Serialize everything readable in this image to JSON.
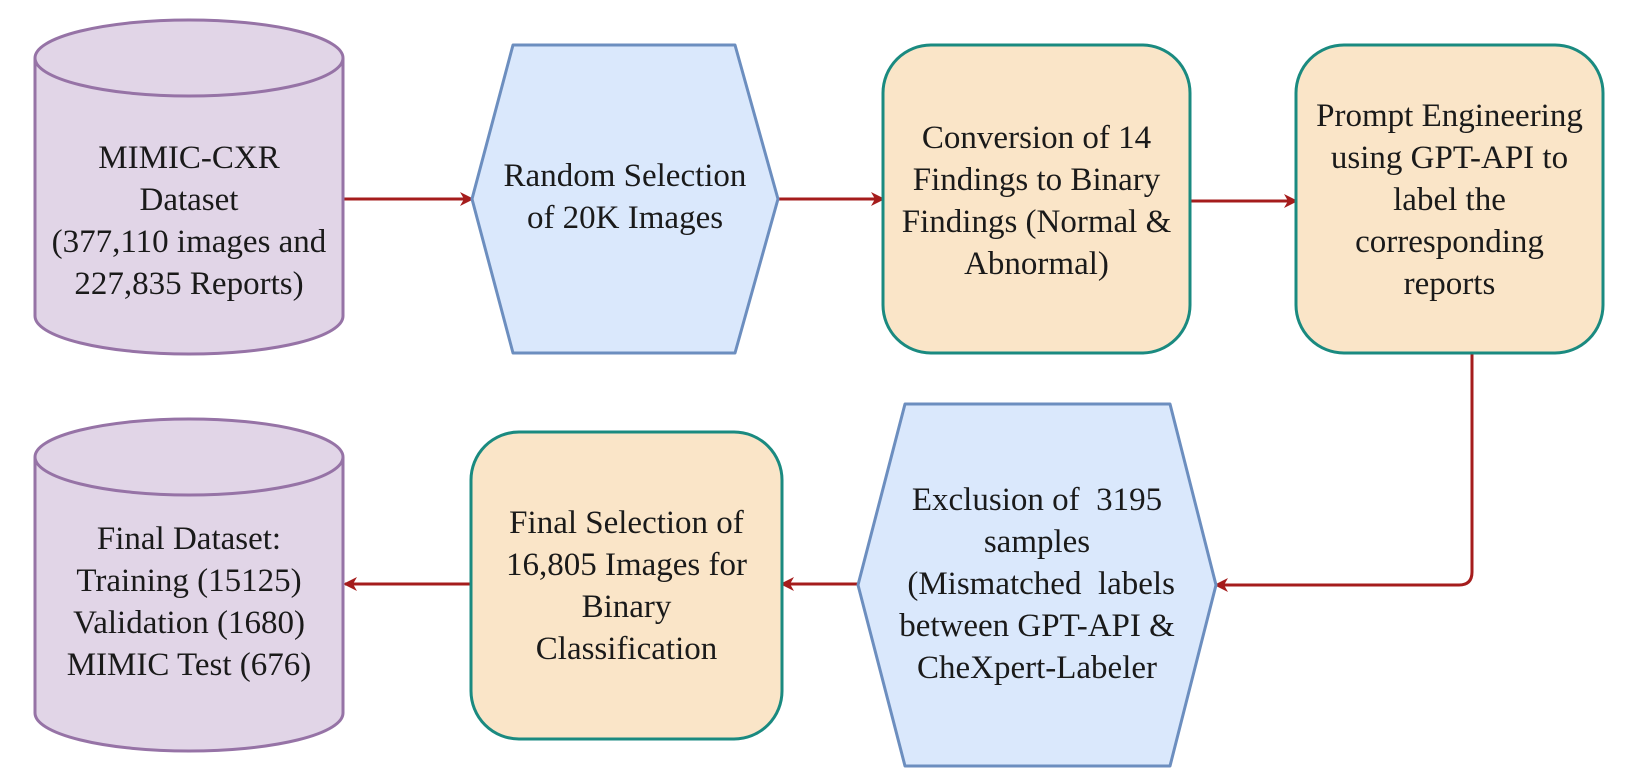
{
  "colors": {
    "cylinder_fill": "#e1d5e7",
    "cylinder_stroke": "#9673a6",
    "hexagon_fill": "#dae8fc",
    "hexagon_stroke": "#6c8ebf",
    "rounded_fill": "#fae5c8",
    "rounded_stroke": "#1a8a80",
    "arrow": "#a51c1c"
  },
  "nodes": {
    "mimic_dataset": {
      "lines": [
        "MIMIC-CXR",
        "Dataset",
        "(377,110 images and",
        "227,835 Reports)"
      ]
    },
    "random_selection": {
      "lines": [
        "Random Selection",
        "of 20K Images"
      ]
    },
    "conversion": {
      "lines": [
        "Conversion of 14",
        "Findings to Binary",
        "Findings (Normal &",
        "Abnormal)"
      ]
    },
    "prompt_engineering": {
      "lines": [
        "Prompt Engineering",
        "using GPT-API to",
        "label the",
        "corresponding",
        "reports"
      ]
    },
    "exclusion": {
      "lines": [
        "Exclusion of  3195",
        "samples",
        " (Mismatched  labels",
        "between GPT-API &",
        "CheXpert-Labeler"
      ]
    },
    "final_selection": {
      "lines": [
        "Final Selection of",
        "16,805 Images for",
        "Binary",
        "Classification"
      ]
    },
    "final_dataset": {
      "lines": [
        "Final Dataset:",
        "Training (15125)",
        "Validation (1680)",
        "MIMIC Test (676)"
      ]
    }
  }
}
